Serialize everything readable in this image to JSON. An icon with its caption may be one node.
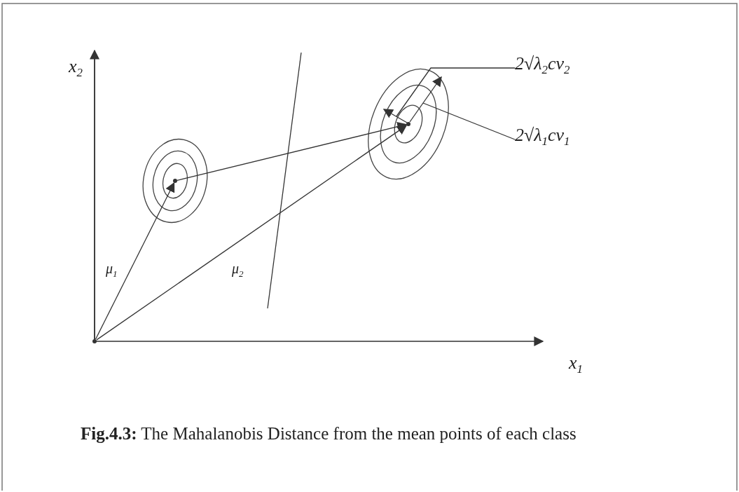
{
  "diagram": {
    "caption": "**Fig.4.3:** The Mahalanobis Distance from the mean points of each class",
    "nodes": [
      {
        "text": [],
        "shape": "point"
      },
      {
        "text": [],
        "shape": "point"
      },
      {
        "text": [],
        "shape": "point"
      },
      {
        "text": [
          "2√λ$_{2}$cν$_{2}$"
        ]
      },
      {
        "text": [
          "2√λ$_{1}$cν$_{1}$"
        ]
      },
      {
        "text": [],
        "shape": "arrow"
      },
      {
        "text": [],
        "shape": "arrow"
      }
    ],
    "edges": [
      {
        "from": 0,
        "to": 1,
        "arrow": "to",
        "label": "μ$_{1}$"
      },
      {
        "from": 0,
        "to": 2,
        "arrow": "to",
        "label": "μ$_{2}$"
      },
      {
        "from": 1,
        "to": 2,
        "arrow": "to"
      },
      {
        "from": 3,
        "to": 5,
        "arrow": "none"
      },
      {
        "from": 4,
        "to": 6,
        "arrow": "none"
      }
    ],
    "labels": [
      "x$_{2}$",
      "x$_{1}$"
    ]
  }
}
